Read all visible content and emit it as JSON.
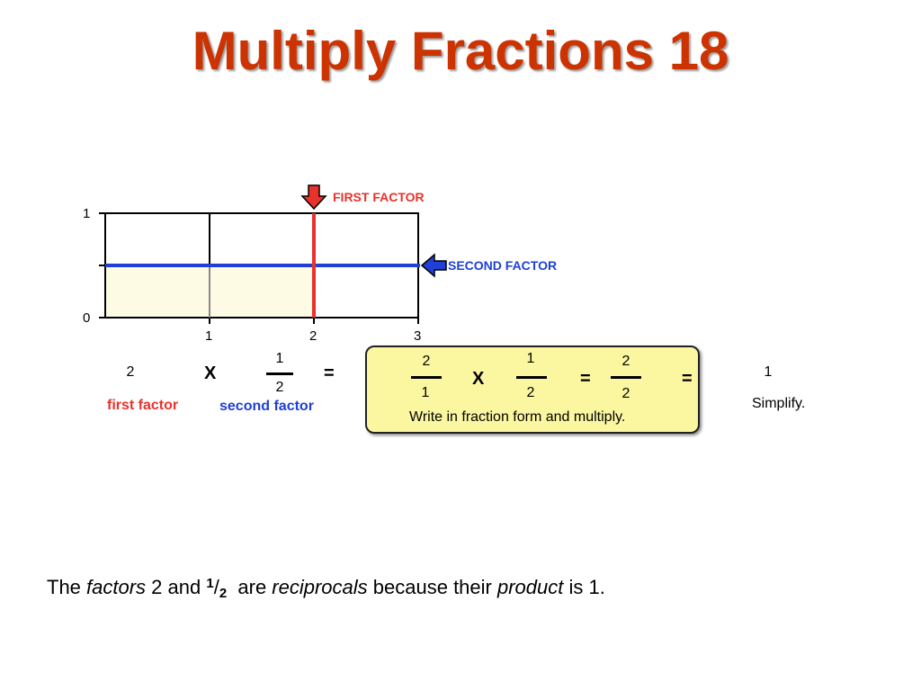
{
  "title": "Multiply Fractions 18",
  "diagram": {
    "first_factor_label": "FIRST FACTOR",
    "second_factor_label": "SECOND FACTOR",
    "y_ticks": [
      "1",
      "0"
    ],
    "x_ticks": [
      "1",
      "2",
      "3"
    ],
    "colors": {
      "first": "#e8322b",
      "second": "#1f3fd6",
      "shade": "#fdfbe3"
    }
  },
  "equation": {
    "left_factor": "2",
    "left_factor_label": "first factor",
    "times": "X",
    "second_num": "1",
    "second_den": "2",
    "second_factor_label": "second factor",
    "equals": "=",
    "box": {
      "f1_num": "2",
      "f1_den": "1",
      "times": "X",
      "f2_num": "1",
      "f2_den": "2",
      "eq": "=",
      "r_num": "2",
      "r_den": "2",
      "eq2": "=",
      "caption": "Write in fraction form and multiply."
    },
    "result": "1",
    "simplify_label": "Simplify."
  },
  "sentence": {
    "w1": "The ",
    "factors": "factors",
    "w2": " 2 and ",
    "num": "1",
    "slash": "/",
    "den": "2",
    "w3": "  are ",
    "reciprocals": "reciprocals",
    "w4": " because their ",
    "product": "product",
    "w5": " is 1."
  }
}
